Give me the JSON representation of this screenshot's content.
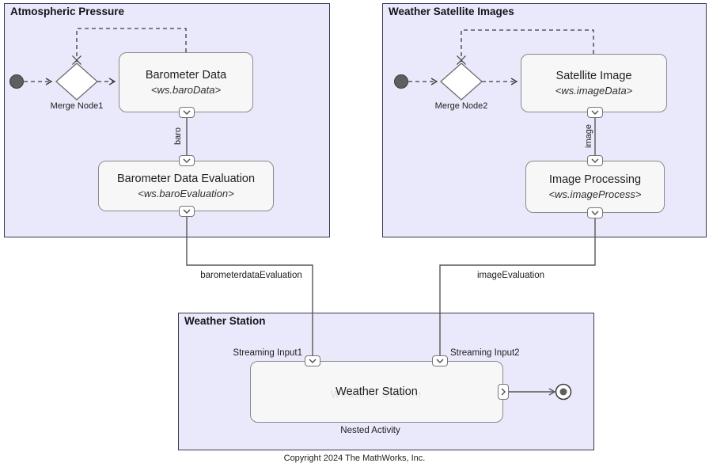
{
  "colors": {
    "container_fill": "#e9e9fb",
    "container_border": "#3a3a52",
    "block_fill": "#f7f7f7",
    "block_border": "#8a8a8a",
    "solid_line": "#565656",
    "dashed_line": "#3c3c3c",
    "node_fill": "#5f5f5f"
  },
  "icons": {
    "port_input_output": "chevron-down",
    "port_side_output": "chevron-right"
  },
  "atmospheric": {
    "title": "Atmospheric Pressure",
    "merge_node_label": "Merge Node1",
    "barometer_data": {
      "name": "Barometer Data",
      "stereotype": "<ws.baroData>"
    },
    "barometer_evaluation": {
      "name": "Barometer Data Evaluation",
      "stereotype": "<ws.baroEvaluation>"
    },
    "flow_label": "baro",
    "output_edge_label": "barometerdataEvaluation"
  },
  "satellite": {
    "title": "Weather Satellite Images",
    "merge_node_label": "Merge Node2",
    "satellite_image": {
      "name": "Satellite Image",
      "stereotype": "<ws.imageData>"
    },
    "image_processing": {
      "name": "Image Processing",
      "stereotype": "<ws.imageProcess>"
    },
    "flow_label": "image",
    "output_edge_label": "imageEvaluation"
  },
  "station": {
    "title": "Weather Station",
    "input1_label": "Streaming Input1",
    "input2_label": "Streaming Input2",
    "block_name": "Weather Station",
    "nested_label": "Nested Activity"
  },
  "footer": {
    "copyright": "Copyright 2024 The MathWorks, Inc."
  }
}
